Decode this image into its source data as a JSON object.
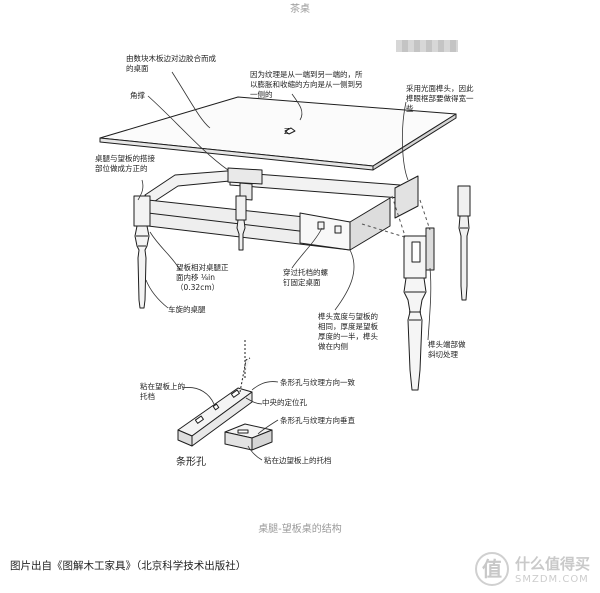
{
  "top_caption": "茶桌",
  "figure_caption": "桌腿-望板桌的结构",
  "source": "图片出自《图解木工家具》（北京科学技术出版社）",
  "watermark": {
    "name": "什么值得买",
    "site": "SMZDM.COM",
    "icon": "smzdm-logo-icon"
  },
  "labels": {
    "tabletop": "由数块木板边对边胶合而成的桌面",
    "corner_brace": "角撑",
    "grain": "因为纹理是从一端到另一端的，所以膨胀和收缩的方向是从一侧到另一侧的",
    "bare_face_tenon": "采用光面榫头，因此榫眼框部要做得宽一些",
    "leg_apron_joint": "桌腿与望板的搭接部位做成方正的",
    "apron_setback": "望板相对桌腿正面内移",
    "apron_setback_value": "⅛in（0.32cm）",
    "turned_leg": "车旋的桌腿",
    "screws_through": "穿过托档的螺钉固定桌面",
    "tenon_width": "榫头宽度与望板的相同，厚度是望板厚度的一半，榫头做在内侧",
    "tenon_end": "榫头端部做斜切处理",
    "cleat_on_apron": "粘在望板上的托档",
    "slot_along_grain": "条形孔与纹理方向一致",
    "center_hole": "中央的定位孔",
    "slot_across_grain": "条形孔与纹理方向垂直",
    "slot_hole": "条形孔",
    "glued_on_apron": "粘在边望板上的托档"
  }
}
